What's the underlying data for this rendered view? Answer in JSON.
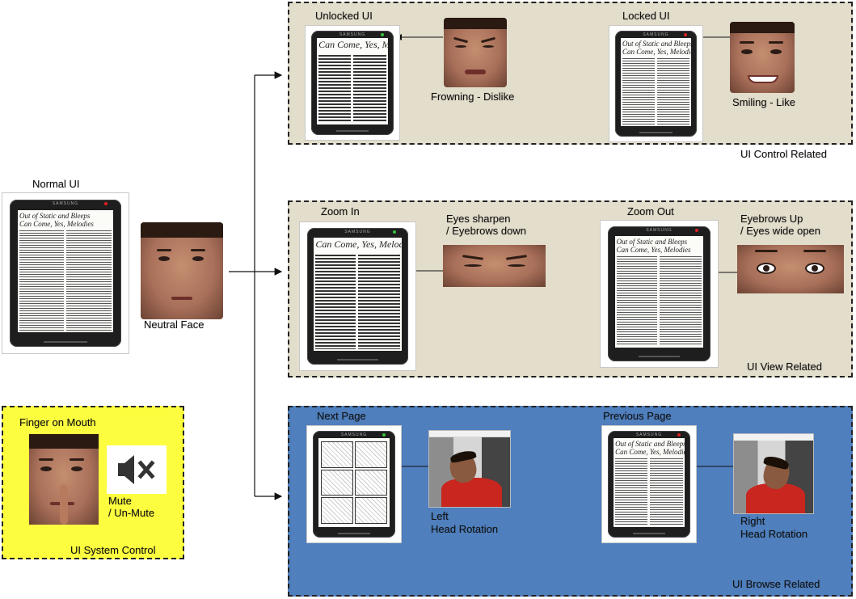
{
  "normal": {
    "title": "Normal UI",
    "face_label": "Neutral Face"
  },
  "ui_control": {
    "panel_label": "UI Control Related",
    "unlocked_title": "Unlocked UI",
    "unlocked_face_label": "Frowning - Dislike",
    "locked_title": "Locked UI",
    "locked_face_label": "Smiling - Like"
  },
  "ui_view": {
    "panel_label": "UI View Related",
    "zoom_in_title": "Zoom In",
    "zoom_in_face_line1": "Eyes sharpen",
    "zoom_in_face_line2": "/ Eyebrows down",
    "zoom_out_title": "Zoom Out",
    "zoom_out_face_line1": "Eyebrows Up",
    "zoom_out_face_line2": "/ Eyes wide open"
  },
  "ui_browse": {
    "panel_label": "UI Browse Related",
    "next_title": "Next Page",
    "next_face_line1": "Left",
    "next_face_line2": "Head Rotation",
    "prev_title": "Previous Page",
    "prev_face_line1": "Right",
    "prev_face_line2": "Head Rotation"
  },
  "ui_system": {
    "panel_label": "UI System Control",
    "gesture_label": "Finger on Mouth",
    "mute_line1": "Mute",
    "mute_line2": "/ Un-Mute"
  },
  "tablet": {
    "brand": "SAMSUNG",
    "headline_line1": "Out of Static and Bleeps",
    "headline_line2": "Can Come, Yes, Melodies",
    "zoom_headline": "Can Come, Yes, Melodi"
  },
  "colors": {
    "panel_tan": "#e3ddcb",
    "panel_blue": "#4f7fbd",
    "panel_yellow": "#fdfd40",
    "unlocked_led": "#36c23c",
    "locked_led": "#e02020"
  },
  "icons": {
    "mute": "speaker-mute-icon"
  }
}
